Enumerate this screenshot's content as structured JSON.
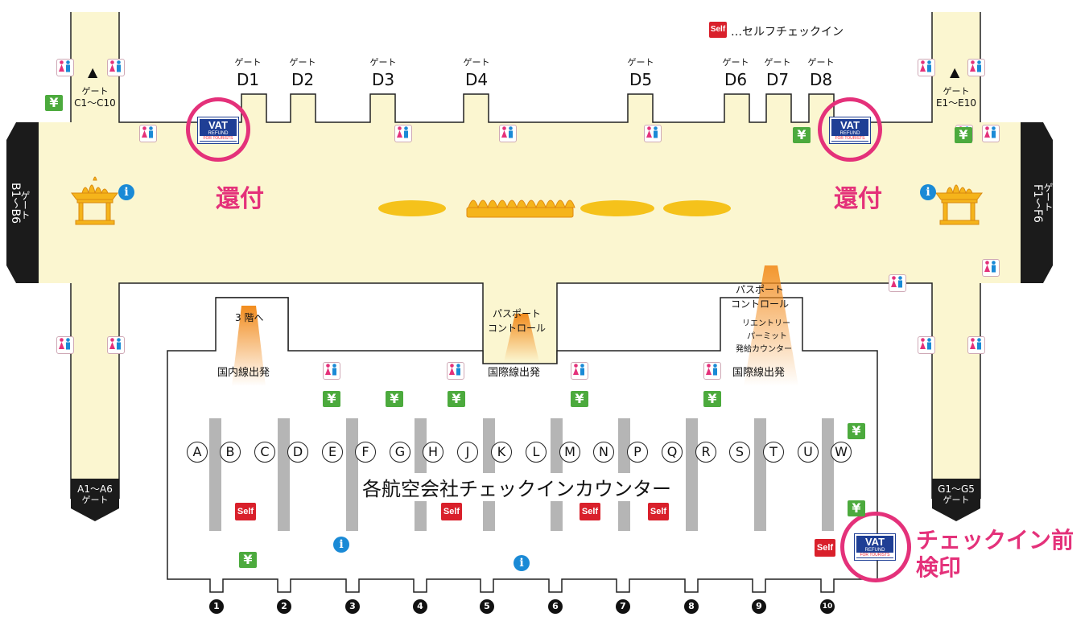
{
  "legend": {
    "self_badge": "Self",
    "text": "…セルフチェックイン"
  },
  "gates_top": {
    "gate_word": "ゲート",
    "d1": "D1",
    "d2": "D2",
    "d3": "D3",
    "d4": "D4",
    "d5": "D5",
    "d6": "D6",
    "d7": "D7",
    "d8": "D8"
  },
  "gate_c": {
    "word": "ゲート",
    "range": "C1～C10"
  },
  "gate_e": {
    "word": "ゲート",
    "range": "E1～E10"
  },
  "gate_b": {
    "text": "B1～B6",
    "word": "ゲート"
  },
  "gate_f": {
    "text": "F1～F6",
    "word": "ゲート"
  },
  "gate_a": {
    "range": "A1～A6",
    "word": "ゲート"
  },
  "gate_g": {
    "range": "G1～G5",
    "word": "ゲート"
  },
  "vat_badge": {
    "line1": "VAT",
    "line2": "REFUND",
    "line3": "FOR TOURISTS"
  },
  "refund_label": "還付",
  "checkin_stamp_label": {
    "line1": "チェックイン前",
    "line2": "検印"
  },
  "areas": {
    "to_3f": "3 階へ",
    "domestic_departure": "国内線出発",
    "passport_control_center": {
      "line1": "パスポート",
      "line2": "コントロール"
    },
    "international_departure_center": "国際線出発",
    "passport_control_right": {
      "line1": "パスポート",
      "line2": "コントロール"
    },
    "reentry_permit": {
      "line1": "リエントリー",
      "line2": "パーミット",
      "line3": "発給カウンター"
    },
    "international_departure_right": "国際線出発"
  },
  "checkin_title": "各航空会社チェックインカウンター",
  "counter_rows": [
    "A",
    "B",
    "C",
    "D",
    "E",
    "F",
    "G",
    "H",
    "J",
    "K",
    "L",
    "M",
    "N",
    "P",
    "Q",
    "R",
    "S",
    "T",
    "U",
    "W"
  ],
  "entrances": [
    "1",
    "2",
    "3",
    "4",
    "5",
    "6",
    "7",
    "8",
    "9",
    "10"
  ],
  "icons": {
    "restroom": "restroom-icon",
    "exchange": "currency-exchange-icon",
    "info": "information-icon",
    "self": "self-checkin-icon",
    "shrine": "golden-shrine-icon"
  },
  "info_glyph": "i",
  "yen_glyph": "¥",
  "up_arrow": "▲",
  "colors": {
    "corridor": "#fbf6d0",
    "outline": "#222222",
    "pink": "#e4317a",
    "green": "#4caa3d",
    "blue": "#1a8ad6",
    "red": "#d9202b",
    "navy": "#1f3f95",
    "gray_counter": "#b5b5b5",
    "orange": "#f28c1e",
    "gold": "#f5c21b"
  }
}
